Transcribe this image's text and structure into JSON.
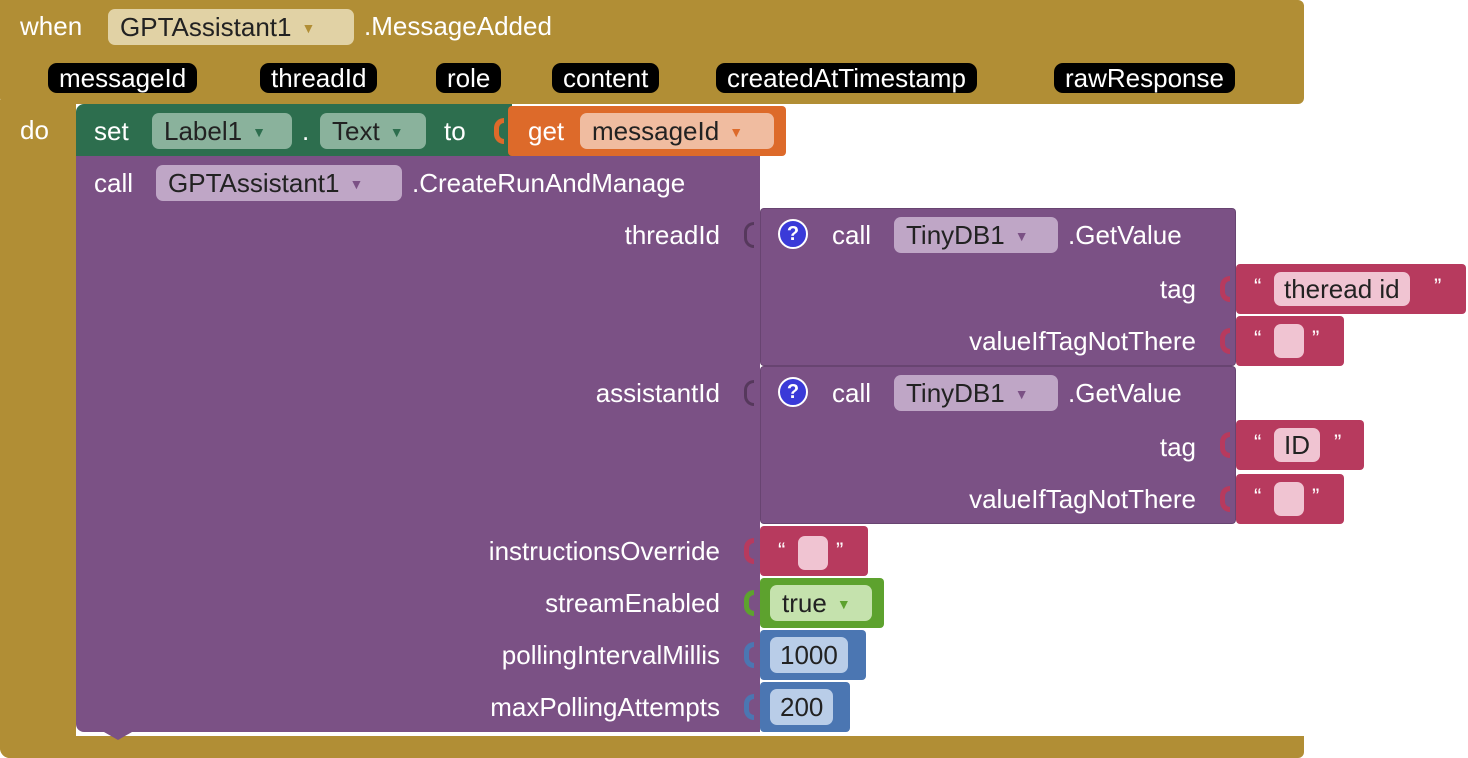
{
  "event": {
    "when_label": "when",
    "component": "GPTAssistant1",
    "event_name": ".MessageAdded",
    "params": [
      "messageId",
      "threadId",
      "role",
      "content",
      "createdAtTimestamp",
      "rawResponse"
    ],
    "do_label": "do"
  },
  "set_block": {
    "set_label": "set",
    "component": "Label1",
    "dot": ".",
    "property": "Text",
    "to_label": "to",
    "get_label": "get",
    "get_var": "messageId"
  },
  "call_block": {
    "call_label": "call",
    "component": "GPTAssistant1",
    "method": ".CreateRunAndManage",
    "args": {
      "threadId": "threadId",
      "assistantId": "assistantId",
      "instructionsOverride": "instructionsOverride",
      "streamEnabled": "streamEnabled",
      "pollingIntervalMillis": "pollingIntervalMillis",
      "maxPollingAttempts": "maxPollingAttempts"
    }
  },
  "tinydb1": {
    "help": "?",
    "call_label": "call",
    "component": "TinyDB1",
    "method": ".GetValue",
    "tag_label": "tag",
    "value_label": "valueIfTagNotThere",
    "tag_value": "theread id",
    "default_value": ""
  },
  "tinydb2": {
    "help": "?",
    "call_label": "call",
    "component": "TinyDB1",
    "method": ".GetValue",
    "tag_label": "tag",
    "value_label": "valueIfTagNotThere",
    "tag_value": "ID",
    "default_value": ""
  },
  "values": {
    "instructions_override": "",
    "stream_enabled": "true",
    "polling_interval": "1000",
    "max_polling_attempts": "200"
  },
  "quotes": {
    "open": "“",
    "close": "”"
  },
  "colors": {
    "event": "#b18e35",
    "set": "#2d6e4e",
    "get": "#dd6a2a",
    "call": "#7b5185",
    "text": "#b73a5e",
    "logic": "#5da22e",
    "math": "#4b76b2"
  }
}
